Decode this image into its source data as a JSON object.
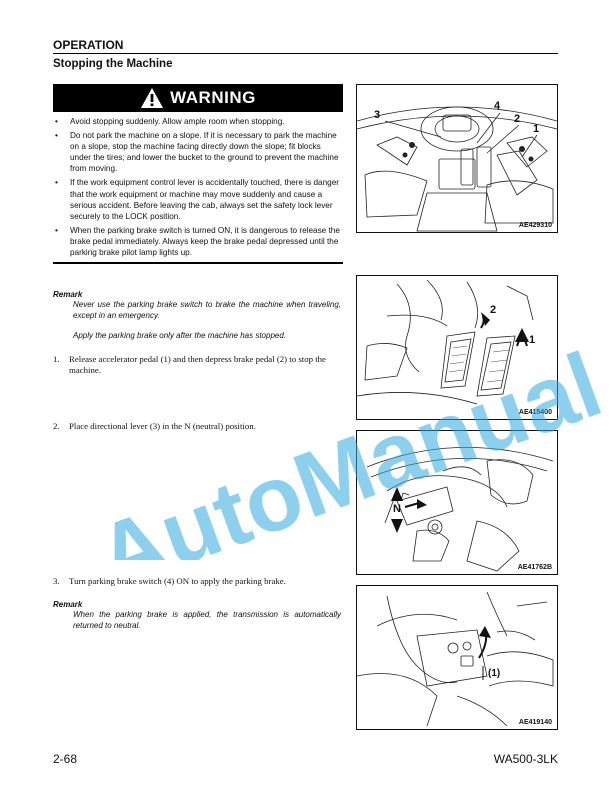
{
  "header": {
    "section": "OPERATION",
    "title": "Stopping the Machine"
  },
  "warning": {
    "label": "WARNING",
    "items": [
      "Avoid stopping suddenly. Allow ample room when stopping.",
      "Do not park the machine on a slope. If it is necessary to park the machine on a slope, stop the machine facing directly down the slope; fit blocks under the tires; and lower the bucket to the ground to prevent the machine from moving.",
      "If the work equipment control lever is accidentally touched, there is danger that the work equipment or machine may move suddenly and cause a serious accident. Before leaving the cab, always set the safety lock lever securely to the LOCK position.",
      "When the parking brake switch is turned ON, it is dangerous to release the brake pedal immediately. Always keep the brake pedal depressed until the parking brake pilot lamp lights up."
    ]
  },
  "remark1": {
    "heading": "Remark",
    "lines": [
      "Never use the parking brake switch to brake the machine when traveling, except in an emergency.",
      "Apply the parking brake only after the machine has stopped."
    ]
  },
  "steps": [
    {
      "num": "1.",
      "text": "Release accelerator pedal (1) and then depress brake pedal (2) to stop the machine."
    },
    {
      "num": "2.",
      "text": "Place directional lever (3) in the N (neutral) position."
    },
    {
      "num": "3.",
      "text": "Turn parking brake switch (4) ON to apply the parking brake."
    }
  ],
  "remark2": {
    "heading": "Remark",
    "text": "When the parking brake is applied, the transmission is automatically returned to neutral."
  },
  "figures": [
    {
      "code": "AE429310",
      "callouts": [
        "3",
        "4",
        "2",
        "1"
      ]
    },
    {
      "code": "AE415400",
      "callouts": [
        "2",
        "1"
      ]
    },
    {
      "code": "AE41762B",
      "callouts": [
        "N"
      ]
    },
    {
      "code": "AE419140",
      "callouts": [
        "(1)"
      ]
    }
  ],
  "watermark": "AutoManual",
  "footer": {
    "page": "2-68",
    "model": "WA500-3LK"
  }
}
